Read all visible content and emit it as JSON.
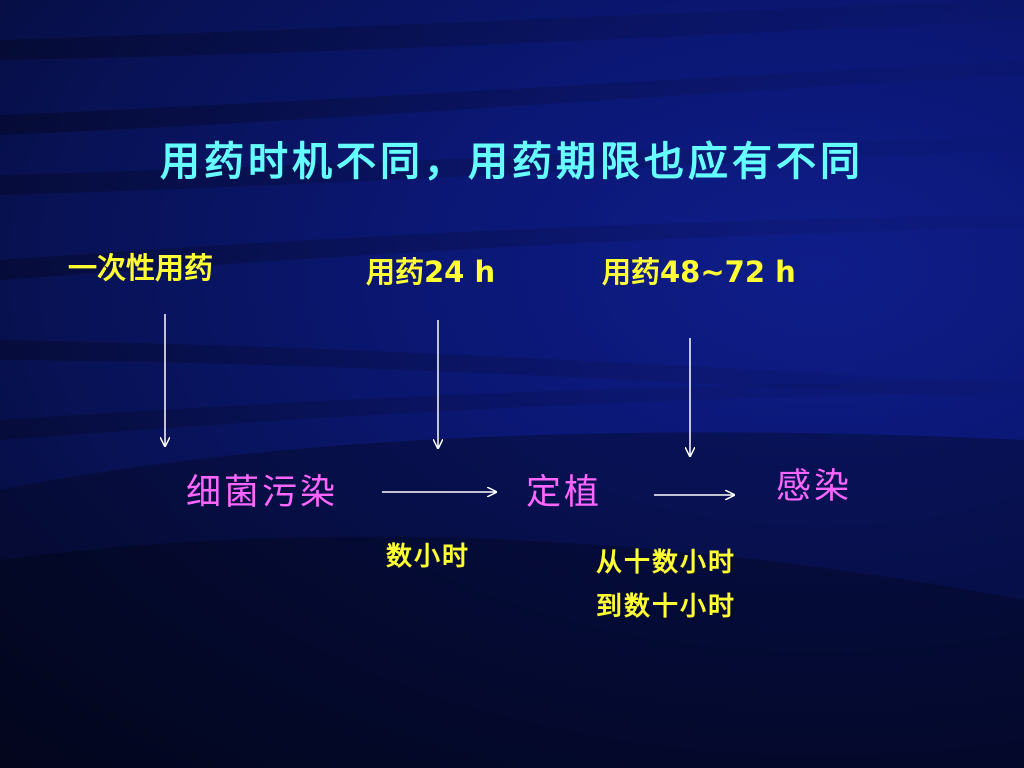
{
  "slide": {
    "title": "用药时机不同，用药期限也应有不同",
    "timings": [
      "一次性用药",
      "用药24 h",
      "用药48~72 h"
    ],
    "stages": [
      "细菌污染",
      "定植",
      "感染"
    ],
    "transitions": [
      "数小时",
      "从十数小时",
      "到数十小时"
    ]
  },
  "colors": {
    "title": "#66ffff",
    "timing_text": "#ffff33",
    "stage_text": "#ff66ff",
    "arrow": "#ffffff",
    "background": "#0b1773"
  }
}
